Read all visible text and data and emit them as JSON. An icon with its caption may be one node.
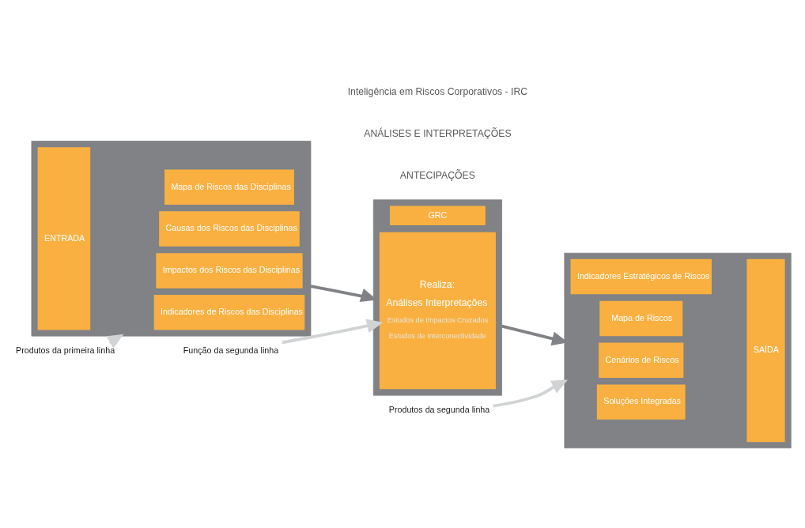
{
  "diagram": {
    "nodes": [
      {
        "text": [],
        "shape": "box"
      },
      {
        "text": [
          "ENTRADA"
        ],
        "in": 0
      },
      {
        "text": [
          "Mapa de Riscos das Disciplinas"
        ],
        "in": 0
      },
      {
        "text": [
          "Causas dos Riscos das Disciplinas"
        ],
        "in": 0
      },
      {
        "text": [
          "Impactos dos Riscos das Disciplinas"
        ],
        "in": 0
      },
      {
        "text": [
          "Indicadores de Riscos das Disciplinas"
        ],
        "in": 0
      },
      {
        "text": [],
        "shape": "box"
      },
      {
        "text": [
          "GRC"
        ],
        "in": 6
      },
      {
        "text": [
          "Realiza:",
          "Análises Interpretações",
          "Estudos de Impactos Cruzados",
          "Estudos de Interconectividade"
        ],
        "in": 6
      },
      {
        "text": [],
        "shape": "box"
      },
      {
        "text": [
          "Indicadores Estratégicos de Riscos"
        ],
        "in": 9
      },
      {
        "text": [
          "Mapa de Riscos"
        ],
        "in": 9
      },
      {
        "text": [
          "Cenários de Riscos"
        ],
        "in": 9
      },
      {
        "text": [
          "Soluções Integradas"
        ],
        "in": 9
      },
      {
        "text": [
          "SAÍDA"
        ],
        "in": 9
      },
      {
        "text": [
          "Função da segunda linha"
        ]
      },
      {
        "text": [
          "Produtos da primeira linha"
        ]
      },
      {
        "text": [
          "Produtos da segunda linha"
        ]
      }
    ],
    "edges": [
      {
        "from": 0,
        "to": 6,
        "arrow": "to",
        "color": "#808285"
      },
      {
        "from": 6,
        "to": 9,
        "arrow": "to",
        "color": "#808285"
      },
      {
        "from": 15,
        "to": 8,
        "arrow": "to"
      },
      {
        "from": 16,
        "to": 0,
        "arrow": "to"
      },
      {
        "from": 17,
        "to": 9,
        "arrow": "to"
      }
    ],
    "labels": [
      "Inteligência em Riscos Corporativos - IRC",
      "ANÁLISES E INTERPRETAÇÕES",
      "ANTECIPAÇÕES"
    ]
  }
}
